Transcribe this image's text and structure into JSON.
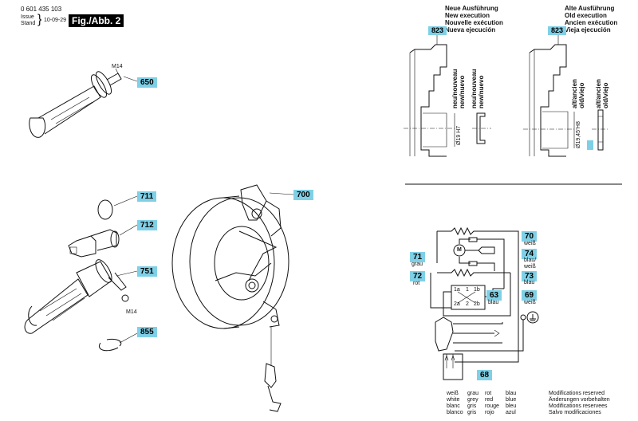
{
  "header": {
    "part_number": "0 601 435 103",
    "issue_label": "Issue",
    "stand_label": "Stand",
    "date": "10-09-29",
    "figure_label": "Fig./Abb. 2"
  },
  "parts": {
    "handle": {
      "number": "650",
      "thread": "M14"
    },
    "oring": {
      "number": "711"
    },
    "adapter": {
      "number": "712"
    },
    "side_handle": {
      "number": "751",
      "thread": "M14"
    },
    "clip": {
      "number": "855"
    },
    "balancer": {
      "number": "700"
    }
  },
  "execution": {
    "new": {
      "part": "823",
      "lines": [
        "Neue Ausführung",
        "New execution",
        "Nouvelle exécution",
        "Nueva ejecución"
      ],
      "side_label_1": "neu/nouveau",
      "side_label_2": "new/nuevo",
      "diameter": "Ø19 H7"
    },
    "old": {
      "part": "823",
      "lines": [
        "Alte Ausführung",
        "Old execution",
        "Ancien exécution",
        "Vieja ejecución"
      ],
      "side_label_1": "alt/ancien",
      "side_label_2": "old/viejo",
      "diameter": "Ø19,45 H8"
    }
  },
  "wiring": {
    "switch_terminals": [
      "1a",
      "1",
      "1b",
      "2a",
      "2",
      "2b"
    ],
    "wires": [
      {
        "number": "70",
        "color": "weiß"
      },
      {
        "number": "74",
        "color": "blau/\nweiß"
      },
      {
        "number": "71",
        "color": "grau"
      },
      {
        "number": "72",
        "color": "rot"
      },
      {
        "number": "73",
        "color": "blau"
      },
      {
        "number": "63",
        "color": "blau"
      },
      {
        "number": "69",
        "color": "weiß"
      },
      {
        "number": "68",
        "color": ""
      }
    ],
    "motor_symbol": "M"
  },
  "color_legend": {
    "columns": [
      [
        "weiß",
        "white",
        "blanc",
        "blanco"
      ],
      [
        "grau",
        "grey",
        "gris",
        "gris"
      ],
      [
        "rot",
        "red",
        "rouge",
        "rojo"
      ],
      [
        "blau",
        "blue",
        "bleu",
        "azul"
      ]
    ]
  },
  "modifications": [
    "Modifications reserved",
    "Änderungen vorbehalten",
    "Modifications reservees",
    "Salvo modificaciones"
  ],
  "colors": {
    "callout": "#7fd0e6",
    "label_bg": "#000000",
    "line": "#111111"
  }
}
